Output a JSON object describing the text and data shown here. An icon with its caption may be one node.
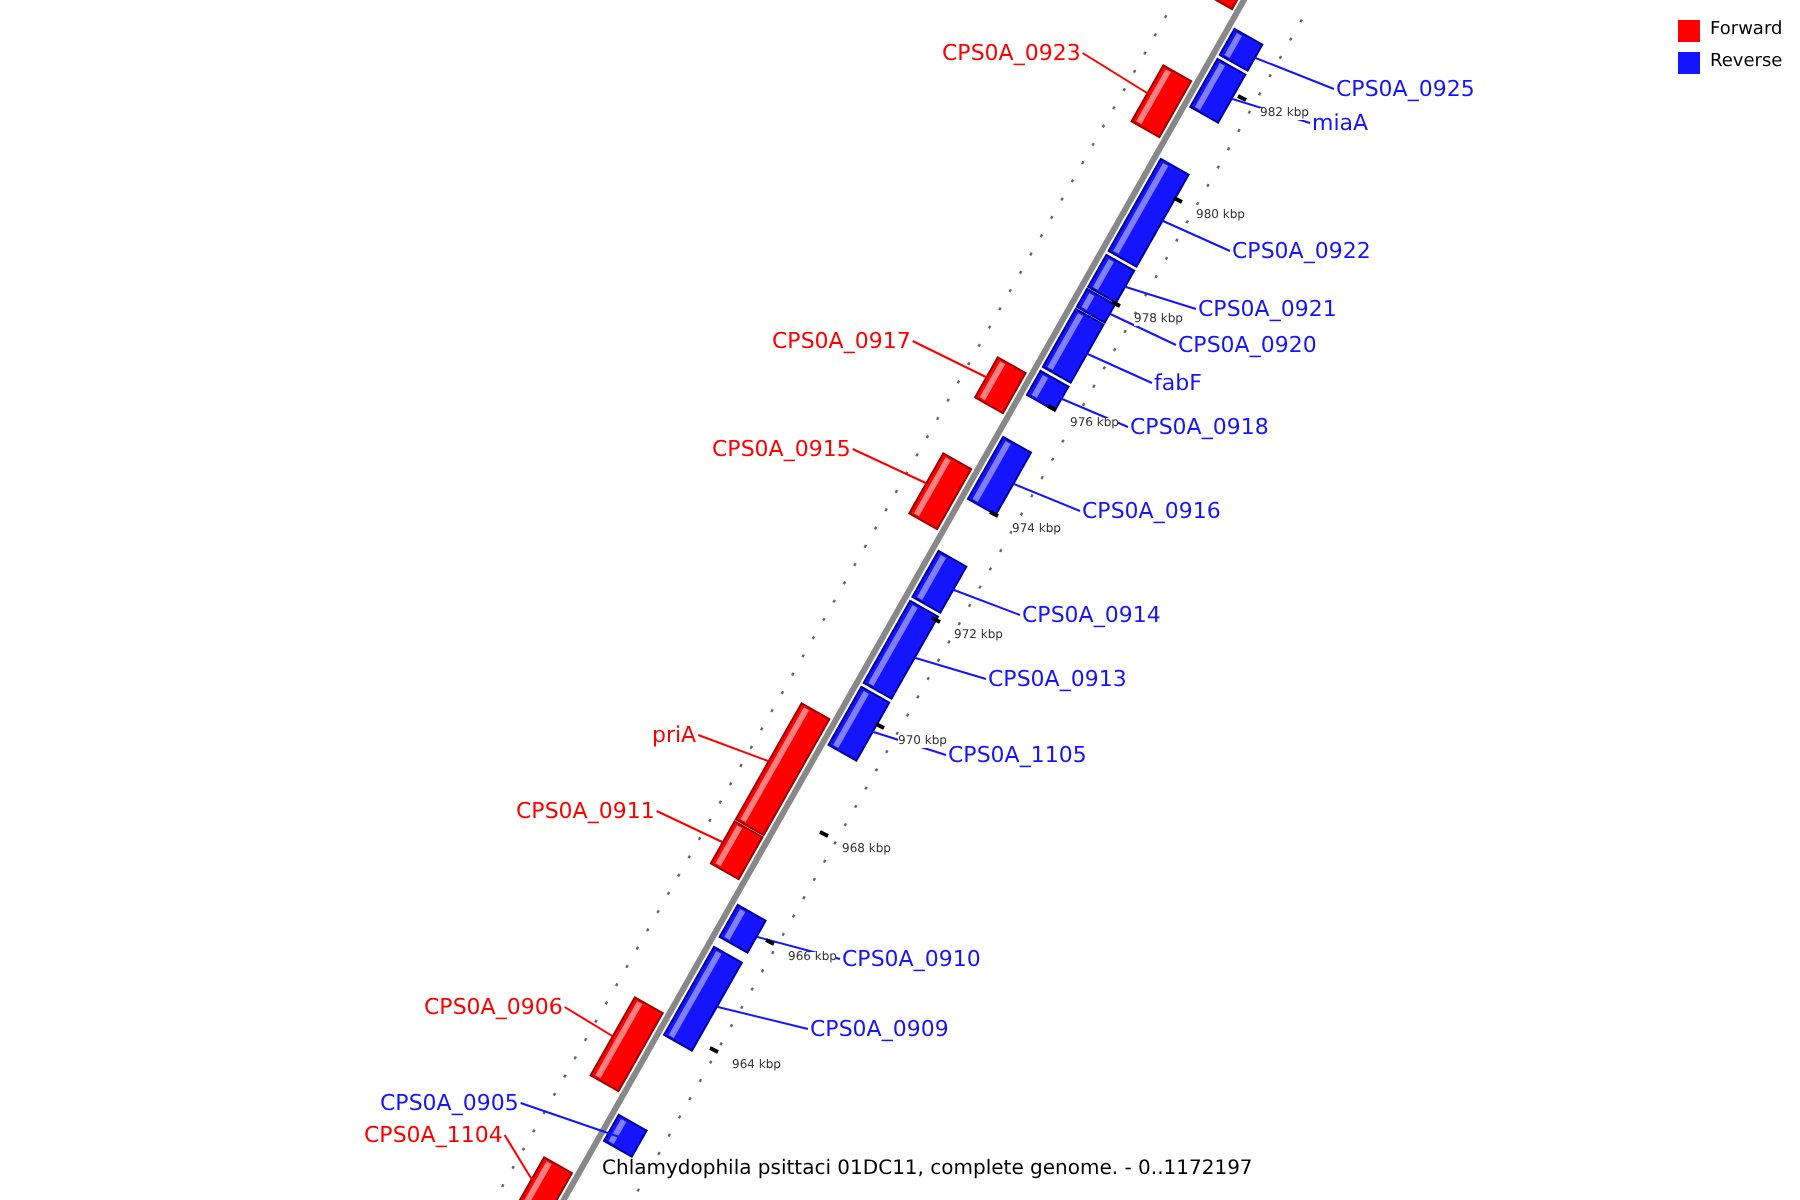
{
  "diagram": {
    "caption": "Chlamydophila psittaci 01DC11, complete genome. - 0..1172197",
    "nodes": [
      {
        "text": [],
        "shape": "bar"
      },
      {
        "text": [
          "CPS0A_0925"
        ]
      },
      {
        "text": [],
        "shape": "bar"
      },
      {
        "text": [
          "miaA"
        ]
      },
      {
        "text": [],
        "shape": "bar"
      },
      {
        "text": [
          "CPS0A_0923"
        ]
      },
      {
        "text": [],
        "shape": "bar"
      },
      {
        "text": [
          "CPS0A_0922"
        ]
      },
      {
        "text": [],
        "shape": "bar"
      },
      {
        "text": [
          "CPS0A_0921"
        ]
      },
      {
        "text": [],
        "shape": "bar"
      },
      {
        "text": [
          "CPS0A_0920"
        ]
      },
      {
        "text": [],
        "shape": "bar"
      },
      {
        "text": [
          "fabF"
        ]
      },
      {
        "text": [],
        "shape": "bar"
      },
      {
        "text": [
          "CPS0A_0918"
        ]
      },
      {
        "text": [],
        "shape": "bar"
      },
      {
        "text": [
          "CPS0A_0917"
        ]
      },
      {
        "text": [],
        "shape": "bar"
      },
      {
        "text": [
          "CPS0A_0916"
        ]
      },
      {
        "text": [],
        "shape": "bar"
      },
      {
        "text": [
          "CPS0A_0915"
        ]
      },
      {
        "text": [],
        "shape": "bar"
      },
      {
        "text": [
          "CPS0A_0914"
        ]
      },
      {
        "text": [],
        "shape": "bar"
      },
      {
        "text": [
          "CPS0A_0913"
        ]
      },
      {
        "text": [],
        "shape": "bar"
      },
      {
        "text": [
          "CPS0A_1105"
        ]
      },
      {
        "text": [],
        "shape": "bar"
      },
      {
        "text": [
          "priA"
        ]
      },
      {
        "text": [],
        "shape": "bar"
      },
      {
        "text": [
          "CPS0A_0911"
        ]
      },
      {
        "text": [],
        "shape": "bar"
      },
      {
        "text": [
          "CPS0A_0910"
        ]
      },
      {
        "text": [],
        "shape": "bar"
      },
      {
        "text": [
          "CPS0A_0909"
        ]
      },
      {
        "text": [],
        "shape": "bar"
      },
      {
        "text": [
          "CPS0A_0906"
        ]
      },
      {
        "text": [],
        "shape": "bar"
      },
      {
        "text": [
          "CPS0A_0905"
        ]
      },
      {
        "text": [],
        "shape": "bar"
      },
      {
        "text": [
          "CPS0A_1104"
        ]
      },
      {
        "text": [],
        "shape": "bar"
      }
    ],
    "edges": [
      {
        "from": 1,
        "to": 2,
        "arrow": "none"
      },
      {
        "from": 3,
        "to": 4,
        "arrow": "none"
      },
      {
        "from": 5,
        "to": 6,
        "arrow": "none",
        "color": "#ff0000"
      },
      {
        "from": 7,
        "to": 8,
        "arrow": "none"
      },
      {
        "from": 9,
        "to": 10,
        "arrow": "none"
      },
      {
        "from": 11,
        "to": 12,
        "arrow": "none"
      },
      {
        "from": 13,
        "to": 14,
        "arrow": "none"
      },
      {
        "from": 15,
        "to": 16,
        "arrow": "none"
      },
      {
        "from": 17,
        "to": 18,
        "arrow": "none",
        "color": "#ff0000"
      },
      {
        "from": 19,
        "to": 20,
        "arrow": "none"
      },
      {
        "from": 21,
        "to": 22,
        "arrow": "none",
        "color": "#ff0000"
      },
      {
        "from": 23,
        "to": 24,
        "arrow": "none"
      },
      {
        "from": 25,
        "to": 26,
        "arrow": "none"
      },
      {
        "from": 27,
        "to": 28,
        "arrow": "none"
      },
      {
        "from": 29,
        "to": 30,
        "arrow": "none",
        "color": "#ff0000"
      },
      {
        "from": 31,
        "to": 32,
        "arrow": "none",
        "color": "#ff0000"
      },
      {
        "from": 33,
        "to": 34,
        "arrow": "none"
      },
      {
        "from": 35,
        "to": 36,
        "arrow": "none"
      },
      {
        "from": 37,
        "to": 38,
        "arrow": "none",
        "color": "#ff0000"
      },
      {
        "from": 39,
        "to": 40,
        "arrow": "none"
      },
      {
        "from": 41,
        "to": 42,
        "arrow": "none",
        "color": "#ff0000"
      }
    ],
    "labels": [
      "982 kbp",
      "980 kbp",
      "978 kbp",
      "976 kbp",
      "974 kbp",
      "972 kbp",
      "970 kbp",
      "968 kbp",
      "966 kbp",
      "964 kbp"
    ],
    "legend": [
      {
        "text": "Forward",
        "color": "#ff0000"
      },
      {
        "text": "Reverse",
        "color": "#1414ff"
      }
    ]
  }
}
